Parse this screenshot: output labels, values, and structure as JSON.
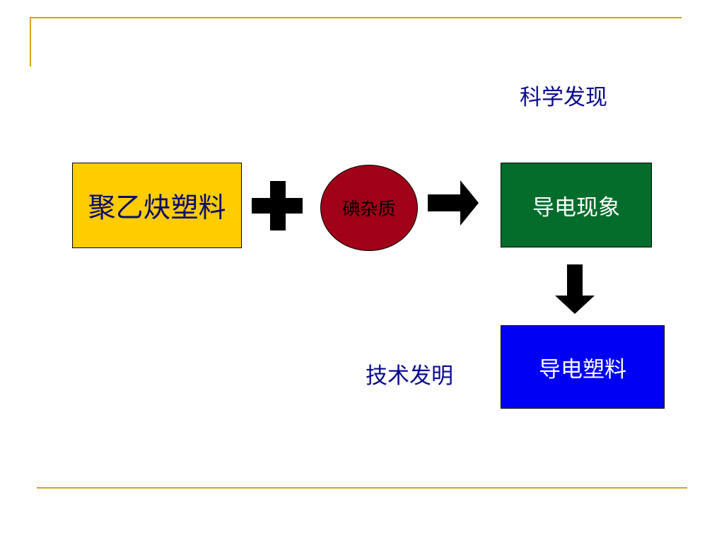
{
  "diagram": {
    "nodes": {
      "polyacetylene": "聚乙炔塑料",
      "iodine_impurity": "碘杂质",
      "conductive_phenomenon": "导电现象",
      "conductive_plastic": "导电塑料"
    },
    "labels": {
      "science_discovery": "科学发现",
      "technology_invention": "技术发明"
    },
    "edges": [
      {
        "from": "polyacetylene",
        "to": "iodine_impurity",
        "symbol": "plus-icon"
      },
      {
        "from": "iodine_impurity",
        "to": "conductive_phenomenon",
        "symbol": "arrow-right-icon"
      },
      {
        "from": "conductive_phenomenon",
        "to": "conductive_plastic",
        "symbol": "arrow-down-icon"
      }
    ]
  },
  "colors": {
    "accent_line": "#d9a21b",
    "polyacetylene_box": "#ffcc00",
    "iodine_ellipse": "#a00018",
    "conductive_phenomenon_box": "#046d2c",
    "conductive_plastic_box": "#0000f5",
    "label_text": "#0a0a8c"
  }
}
